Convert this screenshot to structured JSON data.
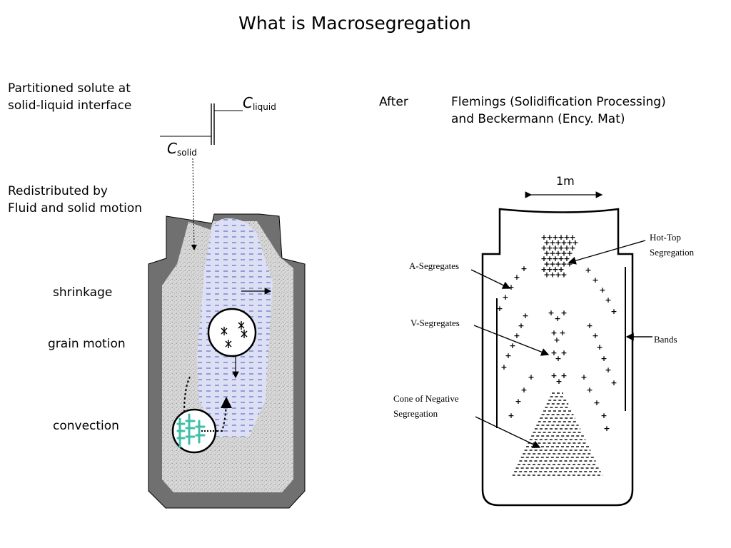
{
  "slide": {
    "title": "What is Macrosegregation",
    "partition_label": [
      "Partitioned solute at",
      "solid-liquid interface"
    ],
    "c_liquid": {
      "symbol": "C",
      "sub": "liquid"
    },
    "c_solid": {
      "symbol": "C",
      "sub": "solid"
    },
    "redistributed_label": [
      "Redistributed by",
      "Fluid and solid motion"
    ],
    "mechanisms": [
      "shrinkage",
      "grain motion",
      "convection"
    ],
    "after_label": "After",
    "reference": [
      "Flemings (Solidification Processing)",
      "and Beckermann (Ency. Mat)"
    ]
  },
  "ingot_figure": {
    "scale_label": "1m",
    "labels": {
      "hot_top": [
        "Hot-Top",
        "Segregation"
      ],
      "a_segregates": "A-Segregates",
      "v_segregates": "V-Segregates",
      "bands": "Bands",
      "cone": [
        "Cone of Negative",
        "Segregation"
      ]
    }
  },
  "colors": {
    "mould": "#707070",
    "mushy_zone": "#d8d8d8",
    "liquid": "#dde0f4",
    "liquid_dash": "#4a58b8",
    "dendrite": "#3fbfa8"
  }
}
